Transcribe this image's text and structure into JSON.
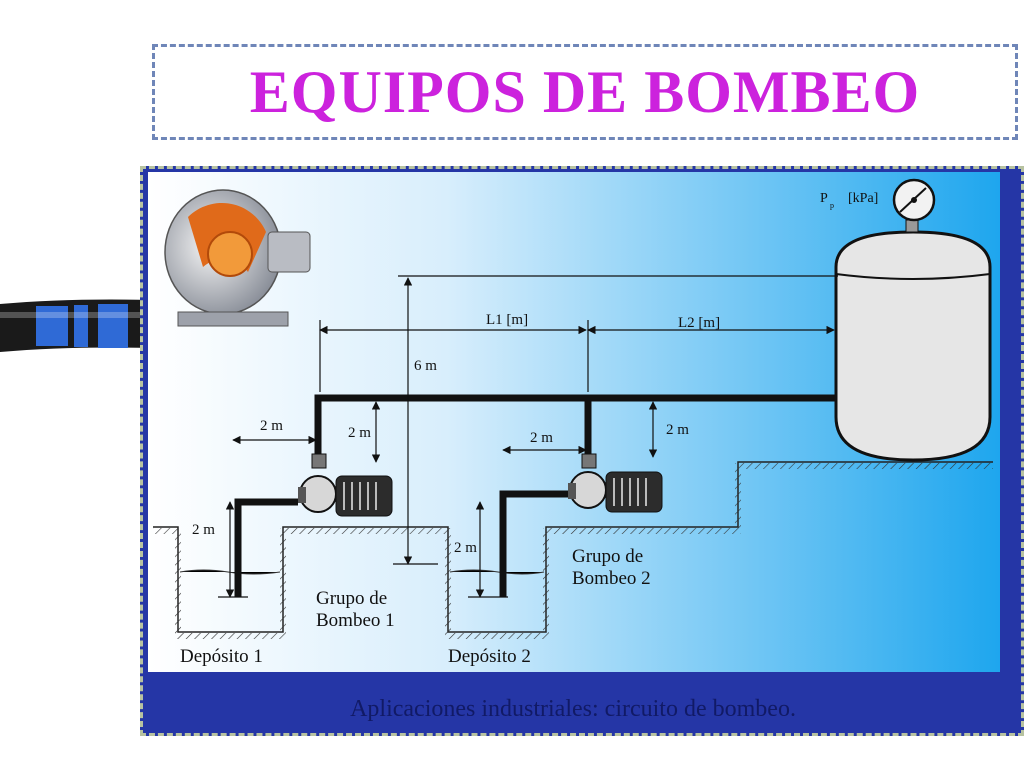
{
  "title": "EQUIPOS DE BOMBEO",
  "caption": "Aplicaciones industriales: circuito de bombeo.",
  "colors": {
    "title": "#cc22dd",
    "frame_bg": "#2536a6",
    "diagram_gradient_start": "#ffffff",
    "diagram_gradient_end": "#1ea6ee",
    "pipe": "#111111",
    "tank": "#e6e6e6"
  },
  "diagram": {
    "pressure_label": "P",
    "pressure_subscript": "p",
    "pressure_unit": "[kPa]",
    "dim_height_total": "6 m",
    "dim_L1": "L1 [m]",
    "dim_L2": "L2 [m]",
    "dim_riser_1": "2 m",
    "dim_riser_2": "2 m",
    "dim_horiz_1": "2 m",
    "dim_horiz_2": "2 m",
    "dim_suction_1": "2 m",
    "dim_suction_2": "2 m",
    "pump_group_1_line1": "Grupo de",
    "pump_group_1_line2": "Bombeo 1",
    "pump_group_2_line1": "Grupo de",
    "pump_group_2_line2": "Bombeo 2",
    "deposit_1": "Depósito 1",
    "deposit_2": "Depósito 2"
  },
  "icons": [
    "pump-cutaway-icon",
    "pressure-gauge-icon",
    "motor-icon"
  ]
}
